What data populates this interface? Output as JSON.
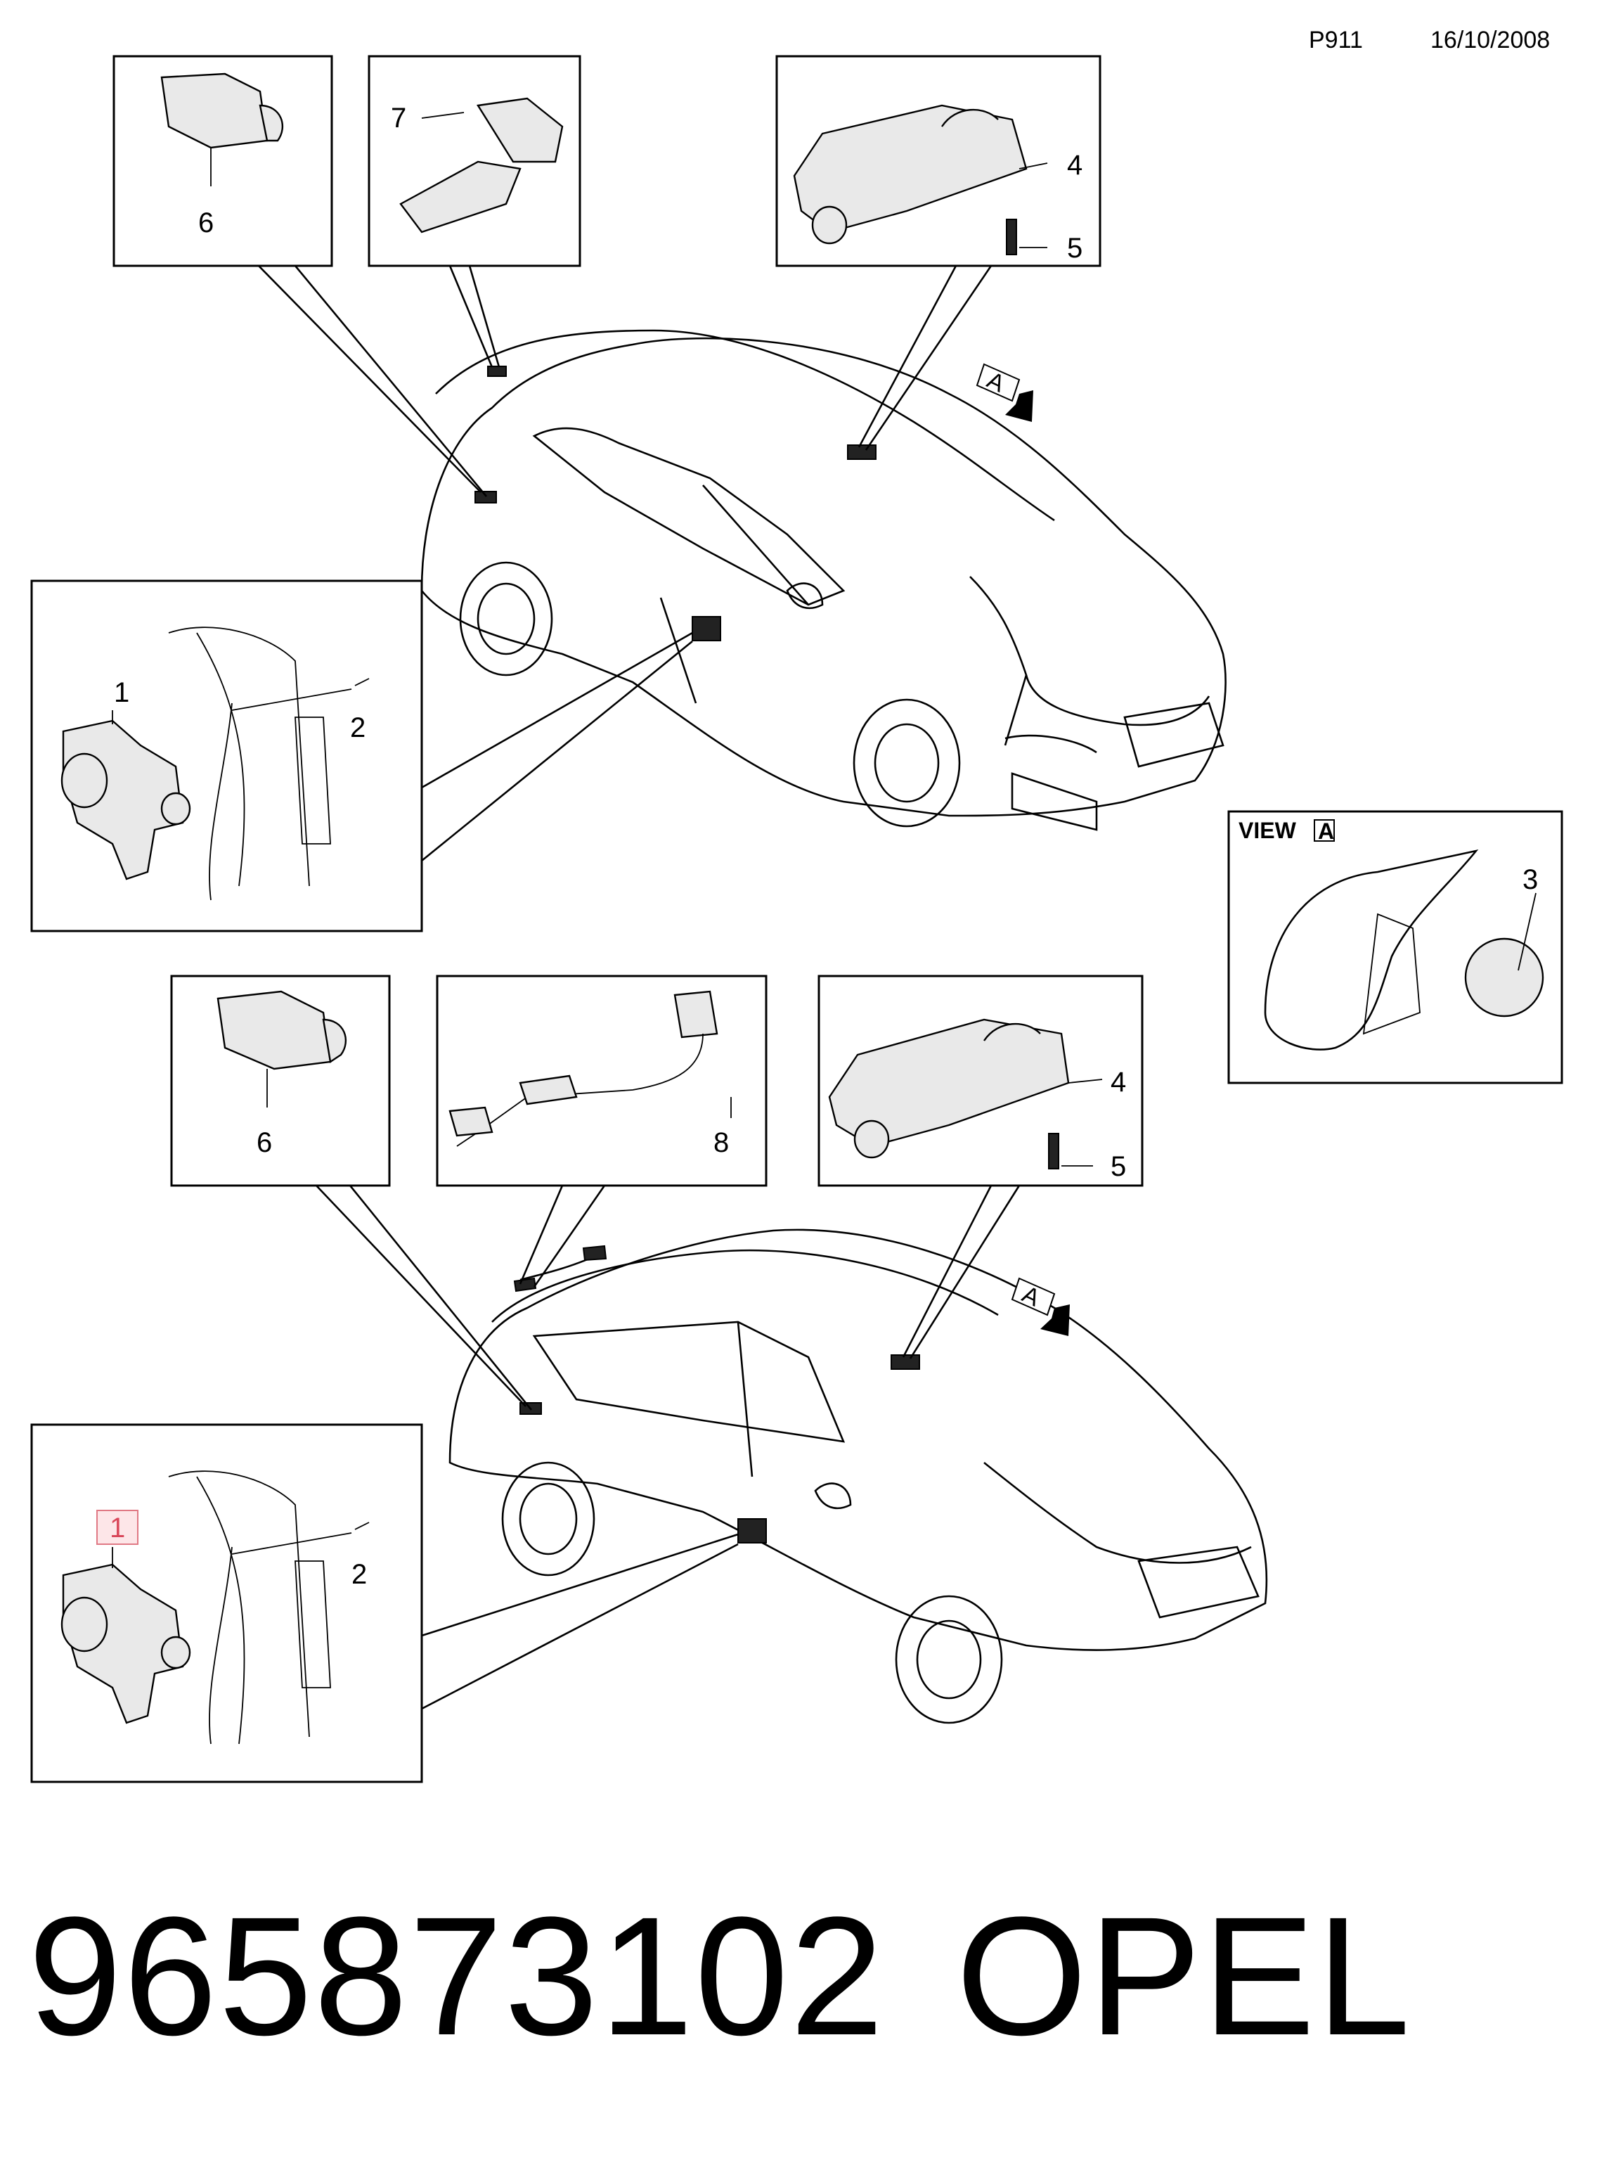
{
  "header": {
    "page_code": "P911",
    "date": "16/10/2008"
  },
  "callouts": {
    "sedan_rear_lock": "6",
    "sedan_wire": "7",
    "sedan_mirror_motor": "4",
    "sedan_screw": "5",
    "sedan_door_motor": "1",
    "sedan_door_screw": "2",
    "wagon_rear_lock": "6",
    "wagon_harness": "8",
    "wagon_mirror_motor": "4",
    "wagon_screw": "5",
    "wagon_door_motor": "1",
    "wagon_door_screw": "2",
    "view_part": "3"
  },
  "view": {
    "label": "VIEW",
    "marker": "A"
  },
  "arrow_marker": "A",
  "footer": {
    "part_number": "965873102",
    "brand": "OPEL"
  }
}
